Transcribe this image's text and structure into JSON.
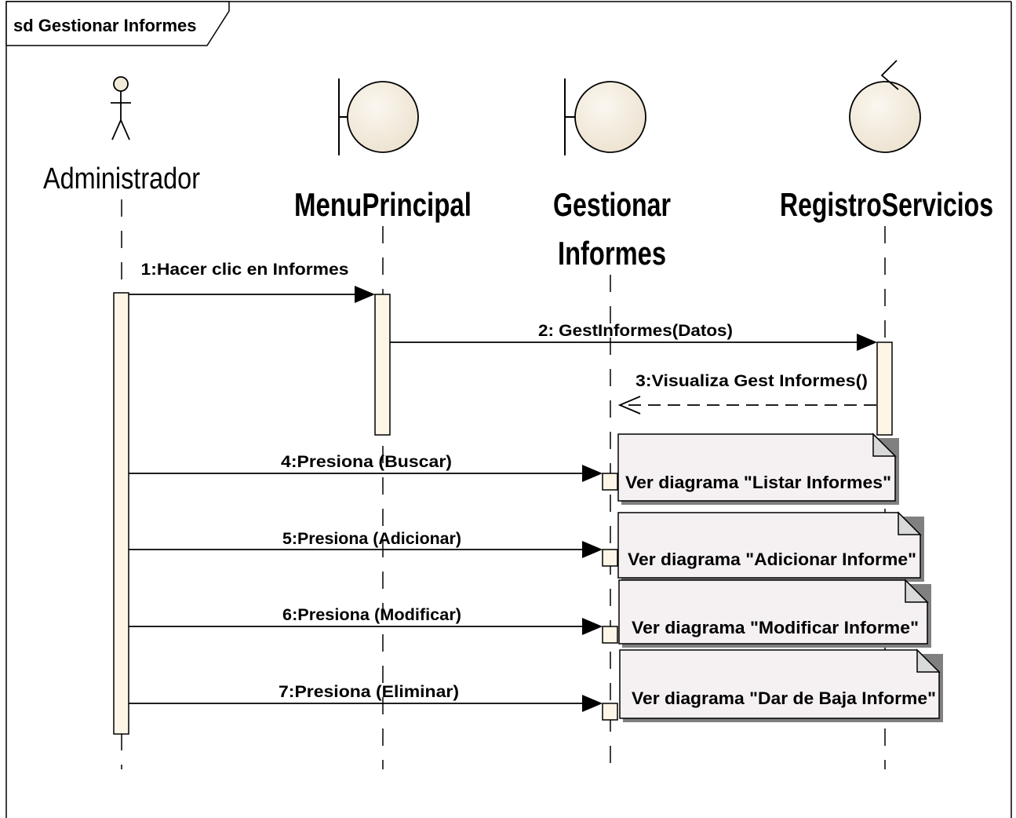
{
  "frame": {
    "title": "sd Gestionar Informes"
  },
  "participants": {
    "actor": {
      "label": "Administrador",
      "kind": "actor"
    },
    "menu": {
      "label": "MenuPrincipal",
      "kind": "boundary"
    },
    "gestionar": {
      "label_line1": "Gestionar",
      "label_line2": "Informes",
      "kind": "boundary"
    },
    "registro": {
      "label": "RegistroServicios",
      "kind": "control"
    }
  },
  "messages": [
    {
      "label": "1:Hacer clic en Informes",
      "from": "Administrador",
      "to": "MenuPrincipal",
      "style": "synchronous"
    },
    {
      "label": "2: GestInformes(Datos)",
      "from": "MenuPrincipal",
      "to": "RegistroServicios",
      "style": "synchronous"
    },
    {
      "label": "3:Visualiza Gest Informes()",
      "from": "RegistroServicios",
      "to": "Gestionar Informes",
      "style": "return"
    },
    {
      "label": "4:Presiona (Buscar)",
      "from": "Administrador",
      "to": "Gestionar Informes",
      "style": "synchronous"
    },
    {
      "label": "5:Presiona (Adicionar)",
      "from": "Administrador",
      "to": "Gestionar Informes",
      "style": "synchronous"
    },
    {
      "label": "6:Presiona (Modificar)",
      "from": "Administrador",
      "to": "Gestionar Informes",
      "style": "synchronous"
    },
    {
      "label": "7:Presiona (Eliminar)",
      "from": "Administrador",
      "to": "Gestionar Informes",
      "style": "synchronous"
    }
  ],
  "notes": [
    {
      "text": "Ver diagrama \"Listar Informes\""
    },
    {
      "text": "Ver diagrama \"Adicionar Informe\""
    },
    {
      "text": "Ver diagrama \"Modificar Informe\""
    },
    {
      "text": "Ver diagrama \"Dar de Baja Informe\""
    }
  ],
  "colors": {
    "activation_fill": "#fdf5e6",
    "lifeline_fill": "#f2ebdd",
    "note_fill": "#f5f1f3",
    "note_corner": "#d9d9d9",
    "line": "#000000"
  }
}
